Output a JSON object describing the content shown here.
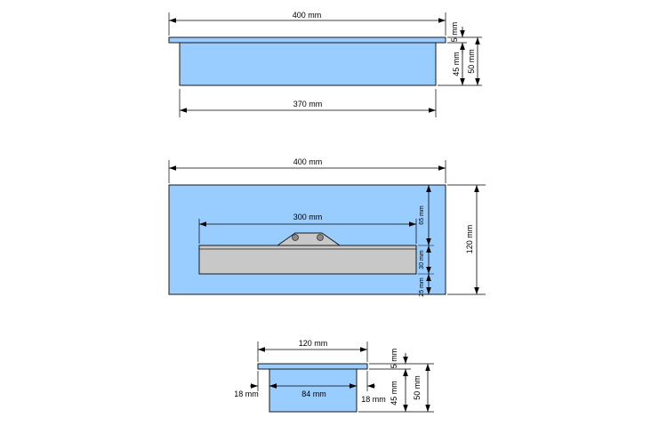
{
  "colors": {
    "part_fill": "#99ccff",
    "part_stroke": "#1a1a1a",
    "cutout_fill": "#c8c8c8",
    "dimension_line": "#000000"
  },
  "top_view": {
    "dim_top_width": "400 mm",
    "dim_bottom_width": "370 mm",
    "dim_lip": "5 mm",
    "dim_body_height": "45 mm",
    "dim_total_height": "50 mm"
  },
  "plan_view": {
    "dim_width": "400 mm",
    "dim_slot_length": "300 mm",
    "dim_height": "120 mm",
    "dim_upper": "65 mm",
    "dim_slot": "30 mm",
    "dim_lower": "25 mm"
  },
  "side_view": {
    "dim_top_width": "120 mm",
    "dim_inner_width": "84 mm",
    "dim_left_margin": "18 mm",
    "dim_right_margin": "18 mm",
    "dim_lip": "5 mm",
    "dim_body_height": "45 mm",
    "dim_total_height": "50 mm"
  }
}
